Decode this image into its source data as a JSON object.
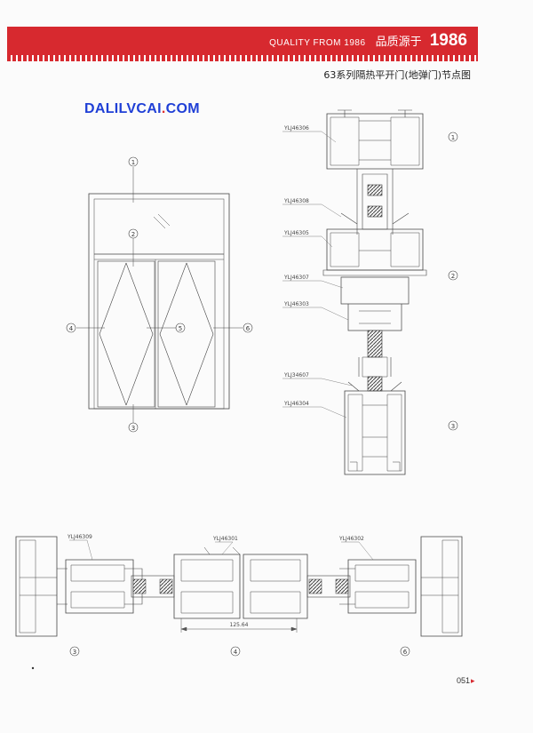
{
  "header": {
    "quality_text": "QUALITY FROM 1986",
    "slogan": "品质源于",
    "year": "1986",
    "page_title": "63系列隔热平开门(地弹门)节点图"
  },
  "watermark": {
    "text_main": "DALILVCAI",
    "text_dot": ".",
    "text_tld": "COM"
  },
  "elevation": {
    "markers": [
      "1",
      "2",
      "3",
      "4",
      "5",
      "6"
    ]
  },
  "vertical_section": {
    "labels": [
      "YLJ46306",
      "YLJ46308",
      "YLJ46305",
      "YLJ46307",
      "YLJ46303",
      "YLJ34607",
      "YLJ46304"
    ],
    "markers": [
      "1",
      "2",
      "3"
    ]
  },
  "horizontal_section": {
    "labels": [
      "YLJ46309",
      "YLJ46301",
      "YLJ46302"
    ],
    "dimension": "125.64",
    "markers": [
      "3",
      "4",
      "6"
    ]
  },
  "footer": {
    "page_number": "051",
    "page_arrow": "▸"
  },
  "colors": {
    "banner_red": "#d7292f",
    "watermark_blue": "#1f3fd6",
    "line": "#444444"
  }
}
